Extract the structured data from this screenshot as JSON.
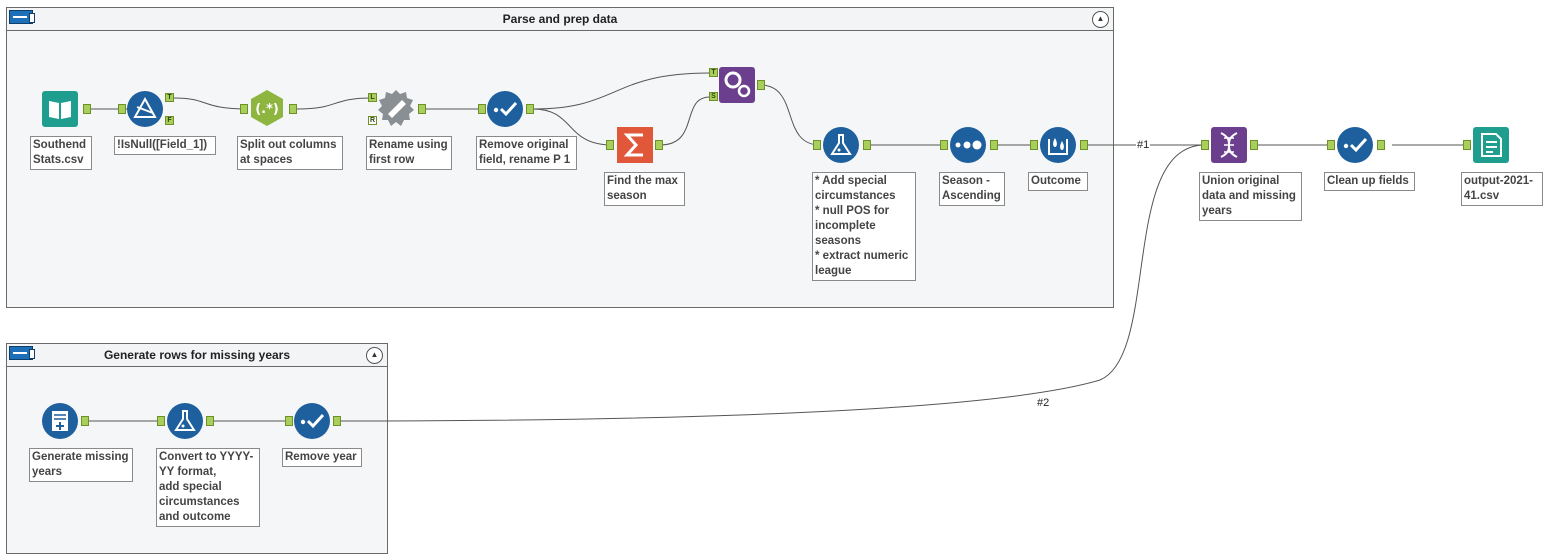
{
  "containers": {
    "parse": {
      "title": "Parse and prep data"
    },
    "generate": {
      "title": "Generate rows for missing years"
    }
  },
  "tools": {
    "input": {
      "label": "Southend\nStats.csv",
      "icon": "book-input-icon"
    },
    "filter": {
      "label": "!IsNull([Field_1])",
      "icon": "filter-triangle-icon"
    },
    "regex": {
      "label": "Split out columns\nat spaces",
      "icon": "regex-icon"
    },
    "dynamic_rename": {
      "label": "Rename using\nfirst row",
      "icon": "dynamic-rename-icon"
    },
    "select1": {
      "label": "Remove original\nfield, rename P 1",
      "icon": "select-check-icon"
    },
    "summarize": {
      "label": "Find the max\nseason",
      "icon": "sigma-icon"
    },
    "append": {
      "label": "",
      "icon": "gears-icon"
    },
    "formula1": {
      "label": "* Add special\ncircumstances\n* null POS for\nincomplete\nseasons\n* extract numeric\nleague",
      "icon": "flask-icon"
    },
    "sort": {
      "label": "Season -\nAscending",
      "icon": "sort-dots-icon"
    },
    "outcome": {
      "label": "Outcome",
      "icon": "multirow-drops-icon"
    },
    "union": {
      "label": "Union original\ndata and missing\nyears",
      "icon": "dna-union-icon"
    },
    "select2": {
      "label": "Clean up fields",
      "icon": "select-check-icon"
    },
    "output": {
      "label": "output-2021-\n41.csv",
      "icon": "output-file-icon"
    },
    "generate": {
      "label": "Generate missing\nyears",
      "icon": "generate-rows-icon"
    },
    "formula2": {
      "label": "Convert to YYYY-\nYY format,\nadd special\ncircumstances\nand outcome",
      "icon": "flask-icon"
    },
    "select3": {
      "label": "Remove year",
      "icon": "select-check-icon"
    }
  },
  "anchors": {
    "true": "T",
    "false": "F",
    "left": "L",
    "right": "R",
    "target": "T",
    "source": "S"
  },
  "connections": {
    "one": "#1",
    "two": "#2"
  },
  "colors": {
    "teal": "#1f9e8f",
    "blue": "#1e5f9e",
    "green": "#8db53f",
    "gray": "#8a8f94",
    "orange": "#e0573a",
    "purple": "#6b3f8e",
    "anchor": "#a8cf5a"
  }
}
